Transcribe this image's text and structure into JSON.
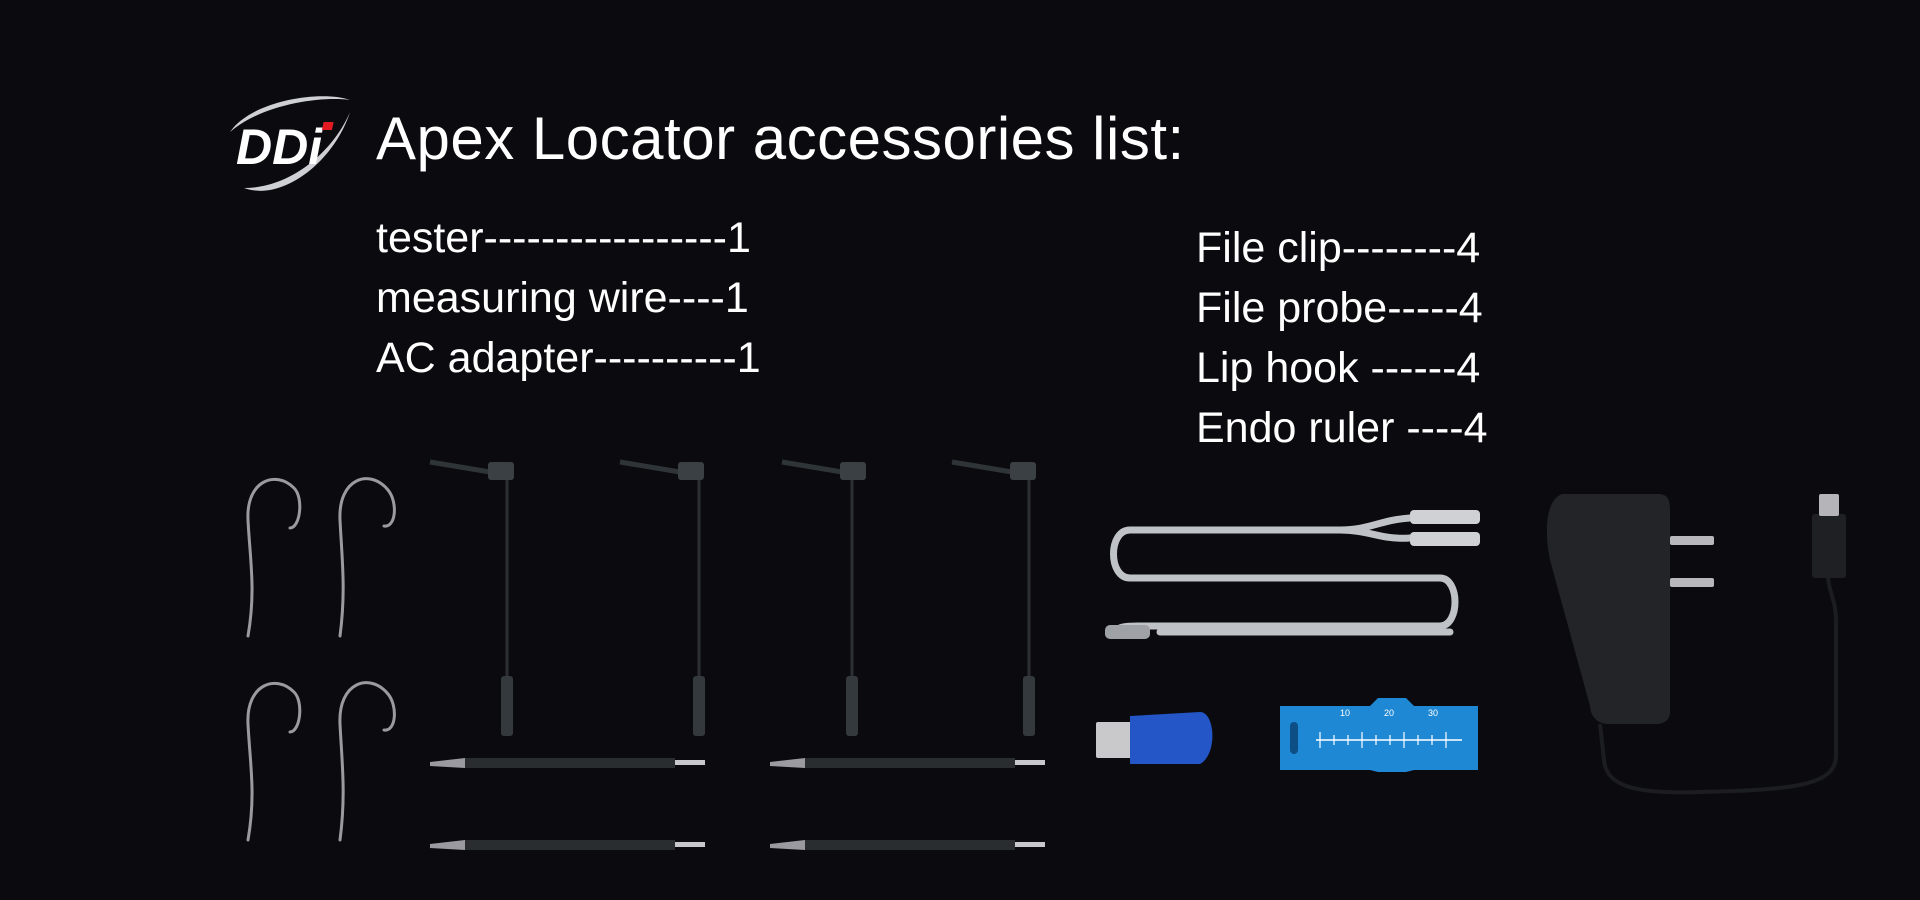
{
  "brand": {
    "logo_text": "DDi"
  },
  "title": "Apex Locator accessories list:",
  "left_list": [
    "tester-----------------1",
    "measuring wire----1",
    "AC adapter----------1"
  ],
  "right_list": [
    "File clip--------4",
    "File probe-----4",
    "Lip hook ------4",
    "Endo ruler ----4"
  ],
  "ruler": {
    "scale_labels": [
      "10",
      "20",
      "30"
    ]
  }
}
